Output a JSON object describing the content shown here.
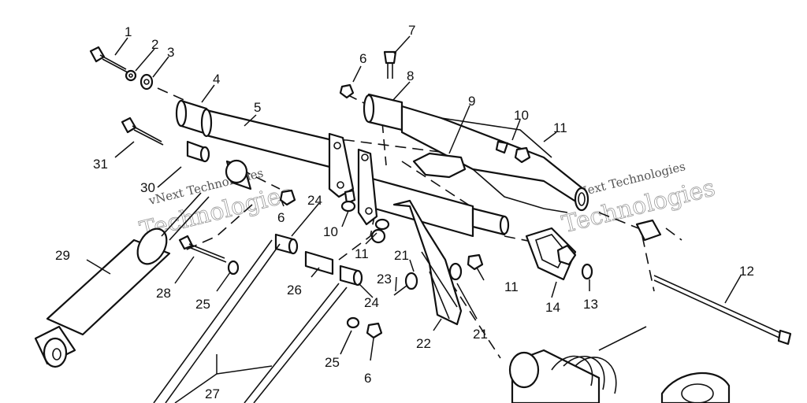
{
  "diagram": {
    "callouts": [
      "1",
      "2",
      "3",
      "4",
      "5",
      "6",
      "7",
      "8",
      "9",
      "10",
      "11",
      "12",
      "13",
      "14",
      "21",
      "22",
      "23",
      "24",
      "25",
      "26",
      "27",
      "28",
      "29",
      "30",
      "31"
    ],
    "watermark_line1": "vNext Technologies",
    "watermark_line2": "Technologies",
    "colors": {
      "line": "#111111",
      "background": "#ffffff",
      "watermark": "#9a9a9a"
    }
  }
}
